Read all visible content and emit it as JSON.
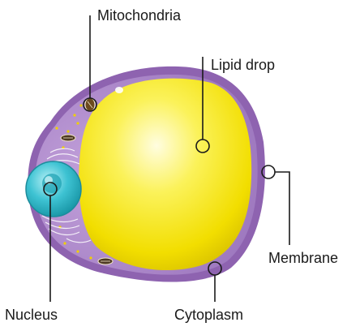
{
  "labels": {
    "mitochondria": "Mitochondria",
    "lipid_drop": "Lipid drop",
    "membrane": "Membrane",
    "nucleus": "Nucleus",
    "cytoplasm": "Cytoplasm"
  },
  "colors": {
    "membrane": "#8e63b0",
    "cytoplasm": "#b48fd0",
    "lipid": "#f4e200",
    "nucleus": "#26b3c4",
    "line": "#1a1a1a",
    "dots": "#f0d000"
  }
}
